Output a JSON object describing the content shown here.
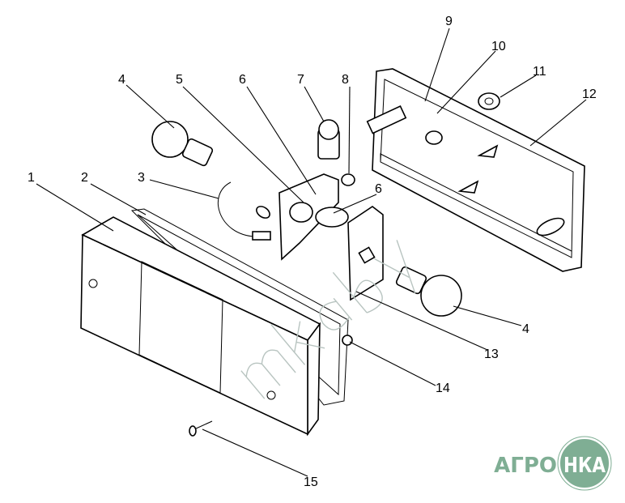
{
  "diagram": {
    "callouts": [
      {
        "id": "1",
        "label": "1"
      },
      {
        "id": "2",
        "label": "2"
      },
      {
        "id": "3",
        "label": "3"
      },
      {
        "id": "4a",
        "label": "4"
      },
      {
        "id": "5",
        "label": "5"
      },
      {
        "id": "6a",
        "label": "6"
      },
      {
        "id": "7",
        "label": "7"
      },
      {
        "id": "8",
        "label": "8"
      },
      {
        "id": "9",
        "label": "9"
      },
      {
        "id": "10",
        "label": "10"
      },
      {
        "id": "11",
        "label": "11"
      },
      {
        "id": "12",
        "label": "12"
      },
      {
        "id": "6b",
        "label": "6"
      },
      {
        "id": "4b",
        "label": "4"
      },
      {
        "id": "13",
        "label": "13"
      },
      {
        "id": "14",
        "label": "14"
      },
      {
        "id": "15",
        "label": "15"
      }
    ]
  },
  "watermark": "mkaby",
  "logo": {
    "left": "АГРО",
    "right": "НКА",
    "color": "#7fae94"
  }
}
